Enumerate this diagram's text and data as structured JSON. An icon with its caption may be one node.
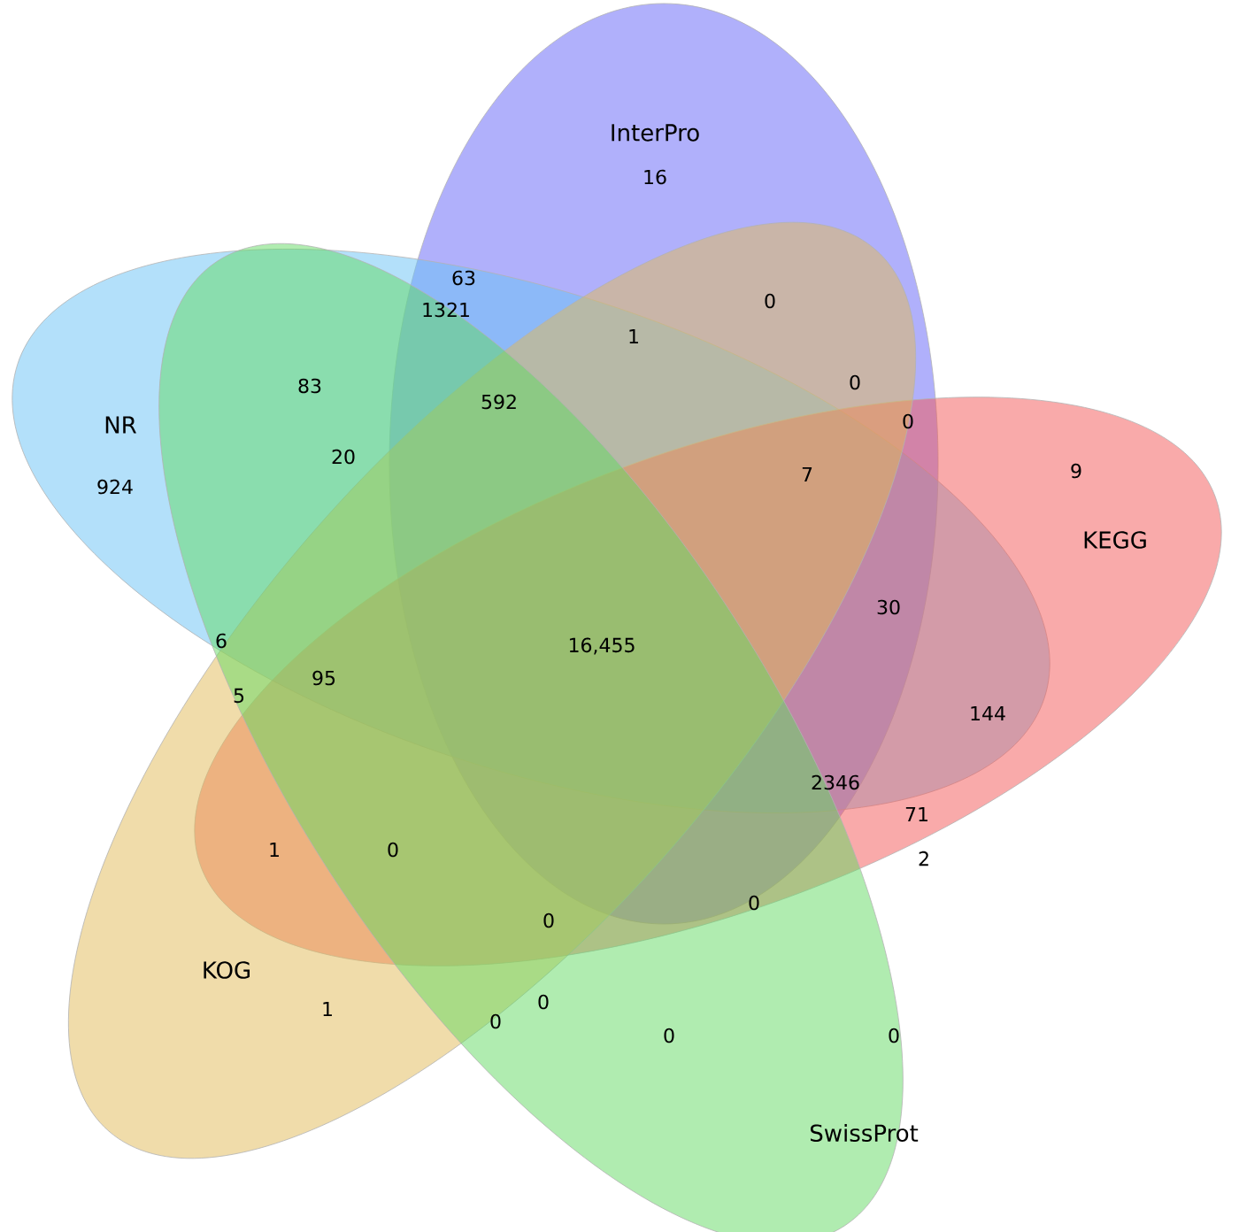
{
  "diagram": {
    "nodes": [
      {
        "text": [
          "InterPro"
        ]
      },
      {
        "text": [
          "NR"
        ]
      },
      {
        "text": [
          "KEGG"
        ]
      },
      {
        "text": [
          "KOG"
        ]
      },
      {
        "text": [
          "SwissProt"
        ]
      }
    ],
    "labels": [
      "16",
      "63",
      "0",
      "1321",
      "1",
      "83",
      "592",
      "0",
      "0",
      "9",
      "924",
      "20",
      "7",
      "30",
      "6",
      "16,455",
      "5",
      "95",
      "144",
      "2346",
      "71",
      "1",
      "0",
      "2",
      "0",
      "0",
      "0",
      "0",
      "1",
      "0",
      "0"
    ]
  }
}
